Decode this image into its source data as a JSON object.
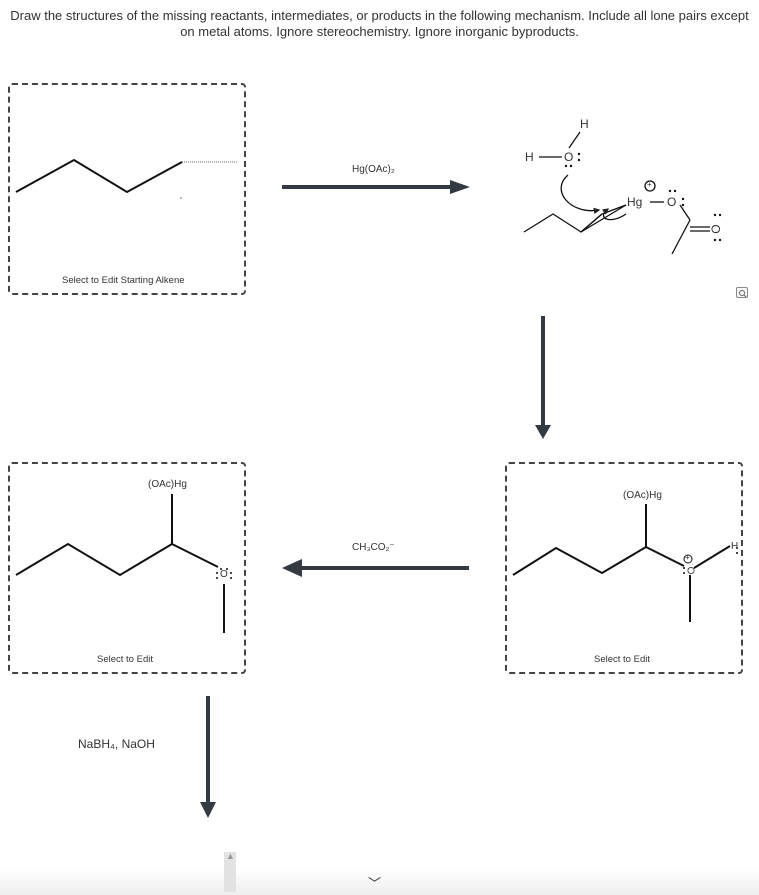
{
  "instructions": "Draw the structures of the missing reactants, intermediates, or products in the following mechanism. Include all lone pairs except on metal atoms. Ignore stereochemistry. Ignore inorganic byproducts.",
  "boxes": {
    "starting_alkene": {
      "label": "Select to Edit Starting Alkene"
    },
    "bottom_left": {
      "label": "Select to Edit",
      "substituent": "(OAc)Hg",
      "oxygen": "O"
    },
    "bottom_right": {
      "label": "Select to Edit",
      "substituent": "(OAc)Hg",
      "oxygen": "O",
      "hydrogen": "H",
      "charge": "+"
    }
  },
  "reagents": {
    "step1": "Hg(OAc)₂",
    "step3": "CH₃CO₂⁻",
    "step4": "NaBH₄, NaOH"
  },
  "intermediate": {
    "water_h_top": "H",
    "water_h_left": "H",
    "water_o": "O",
    "hg": "Hg",
    "acetate_o": "O",
    "carbonyl_o": "O",
    "charge": "+"
  },
  "icons": {
    "zoom": "zoom-icon",
    "scroll_up": "scroll-up-arrow-icon",
    "next": "chevron-down-icon"
  }
}
